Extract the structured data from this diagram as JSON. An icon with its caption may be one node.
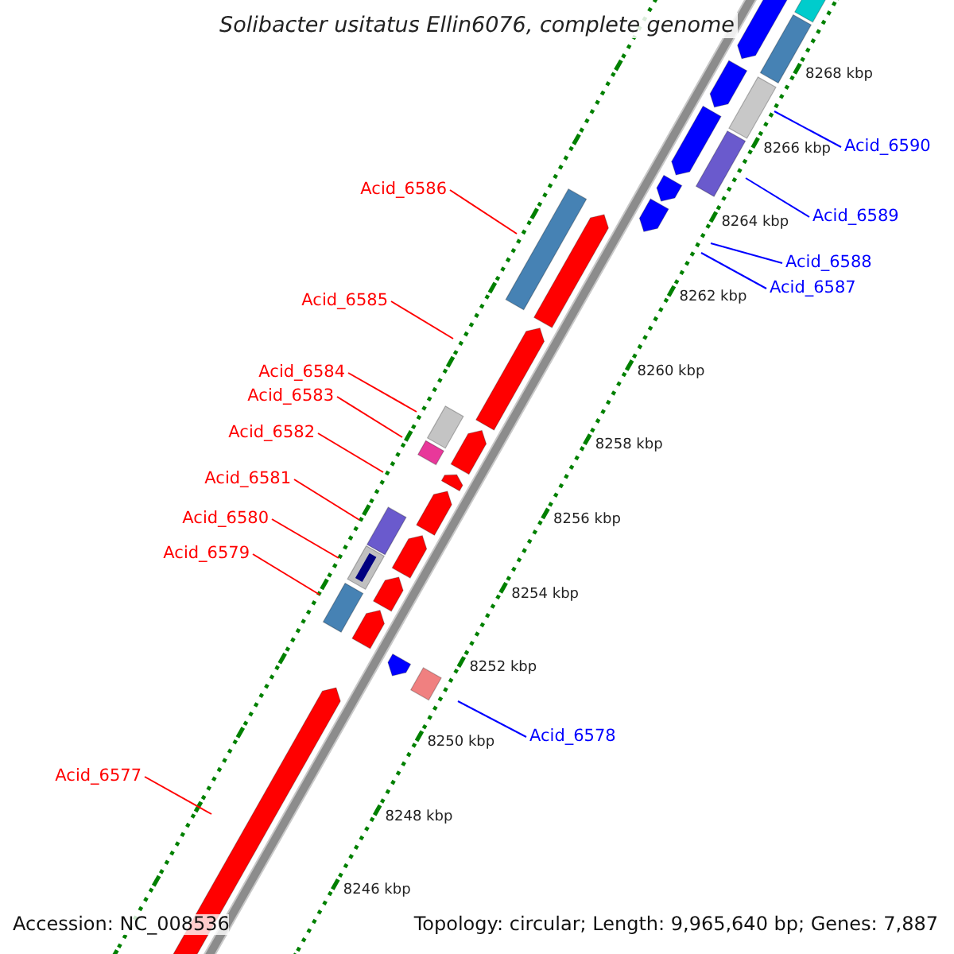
{
  "diagram": {
    "title": "Solibacter usitatus Ellin6076, complete genome",
    "nodes": [
      {
        "text": [
          "Acid_6590"
        ]
      },
      {
        "text": [
          "Acid_6586"
        ]
      },
      {
        "text": [
          "Acid_6589"
        ]
      },
      {
        "text": [
          "Acid_6588"
        ]
      },
      {
        "text": [
          "Acid_6587"
        ]
      },
      {
        "text": [
          "Acid_6585"
        ]
      },
      {
        "text": [
          "Acid_6584"
        ]
      },
      {
        "text": [
          "Acid_6583"
        ]
      },
      {
        "text": [
          "Acid_6582"
        ]
      },
      {
        "text": [
          "Acid_6581"
        ]
      },
      {
        "text": [
          "Acid_6580"
        ]
      },
      {
        "text": [
          "Acid_6579"
        ]
      },
      {
        "text": [
          "Acid_6578"
        ]
      },
      {
        "text": [
          "Acid_6577"
        ]
      }
    ],
    "edges": [
      {
        "from": 0,
        "to": null,
        "arrow": "none",
        "color": "#0000ff"
      },
      {
        "from": 1,
        "to": null,
        "arrow": "none"
      },
      {
        "from": 2,
        "to": null,
        "arrow": "none",
        "color": "#0000ff"
      },
      {
        "from": 3,
        "to": null,
        "arrow": "none",
        "color": "#0000ff"
      },
      {
        "from": 4,
        "to": null,
        "arrow": "none",
        "color": "#0000ff"
      },
      {
        "from": 5,
        "to": null,
        "arrow": "none"
      },
      {
        "from": 6,
        "to": null,
        "arrow": "none"
      },
      {
        "from": 7,
        "to": null,
        "arrow": "none"
      },
      {
        "from": 8,
        "to": null,
        "arrow": "none"
      },
      {
        "from": 9,
        "to": null,
        "arrow": "none"
      },
      {
        "from": 10,
        "to": null,
        "arrow": "none"
      },
      {
        "from": 11,
        "to": null,
        "arrow": "none"
      },
      {
        "from": 12,
        "to": null,
        "arrow": "none",
        "color": "#0000ff"
      },
      {
        "from": 13,
        "to": null,
        "arrow": "none"
      }
    ],
    "labels": [
      "8268 kbp",
      "8266 kbp",
      "8264 kbp",
      "8262 kbp",
      "8260 kbp",
      "8258 kbp",
      "8256 kbp",
      "8254 kbp",
      "8252 kbp",
      "8250 kbp",
      "8248 kbp",
      "8246 kbp",
      "Accession: NC_008536",
      "Topology: circular; Length: 9,965,640 bp; Genes: 7,887"
    ]
  }
}
